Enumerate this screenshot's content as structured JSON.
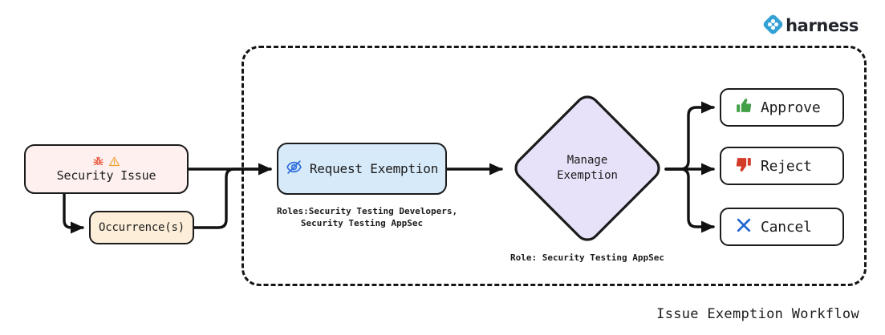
{
  "brand": {
    "logo_icon": "harness-diamond-logo-icon",
    "wordmark": "harness",
    "accent_color": "#33a1d6"
  },
  "diagram": {
    "title": "Issue Exemption Workflow",
    "type": "flowchart",
    "group_boundary": {
      "style": "dashed",
      "color": "#161616"
    }
  },
  "nodes": {
    "security_issue": {
      "label": "Security Issue",
      "icons": [
        "bug-icon",
        "warning-triangle-icon"
      ],
      "fill": "#fdf0ef",
      "border": "#1b1b1b",
      "bug_color": "#e8492a",
      "warning_color": "#f0a030"
    },
    "occurrences": {
      "label": "Occurrence(s)",
      "fill": "#fdeed9",
      "border": "#1b1b1b"
    },
    "request_exemption": {
      "label": "Request Exemption",
      "icon": "eye-off-icon",
      "icon_color": "#2f6fdb",
      "fill": "#d7eaf9",
      "border": "#1b1b1b",
      "caption": "Roles:Security Testing Developers,\nSecurity Testing AppSec"
    },
    "manage_exemption": {
      "label_line1": "Manage",
      "label_line2": "Exemption",
      "shape": "diamond",
      "fill": "#e7e2f9",
      "border": "#1b1b1b",
      "caption": "Role: Security Testing AppSec"
    },
    "approve": {
      "label": "Approve",
      "icon": "thumbs-up-icon",
      "icon_color": "#43a047",
      "fill": "#ffffff",
      "border": "#1b1b1b"
    },
    "reject": {
      "label": "Reject",
      "icon": "thumbs-down-icon",
      "icon_color": "#d13b27",
      "fill": "#ffffff",
      "border": "#1b1b1b"
    },
    "cancel": {
      "label": "Cancel",
      "icon": "x-cross-icon",
      "icon_color": "#1f63cf",
      "fill": "#ffffff",
      "border": "#1b1b1b"
    }
  },
  "edges": [
    {
      "from": "security_issue",
      "to": "request_exemption"
    },
    {
      "from": "security_issue",
      "to": "occurrences"
    },
    {
      "from": "occurrences",
      "to": "request_exemption"
    },
    {
      "from": "request_exemption",
      "to": "manage_exemption"
    },
    {
      "from": "manage_exemption",
      "to": "approve"
    },
    {
      "from": "manage_exemption",
      "to": "reject"
    },
    {
      "from": "manage_exemption",
      "to": "cancel"
    }
  ]
}
